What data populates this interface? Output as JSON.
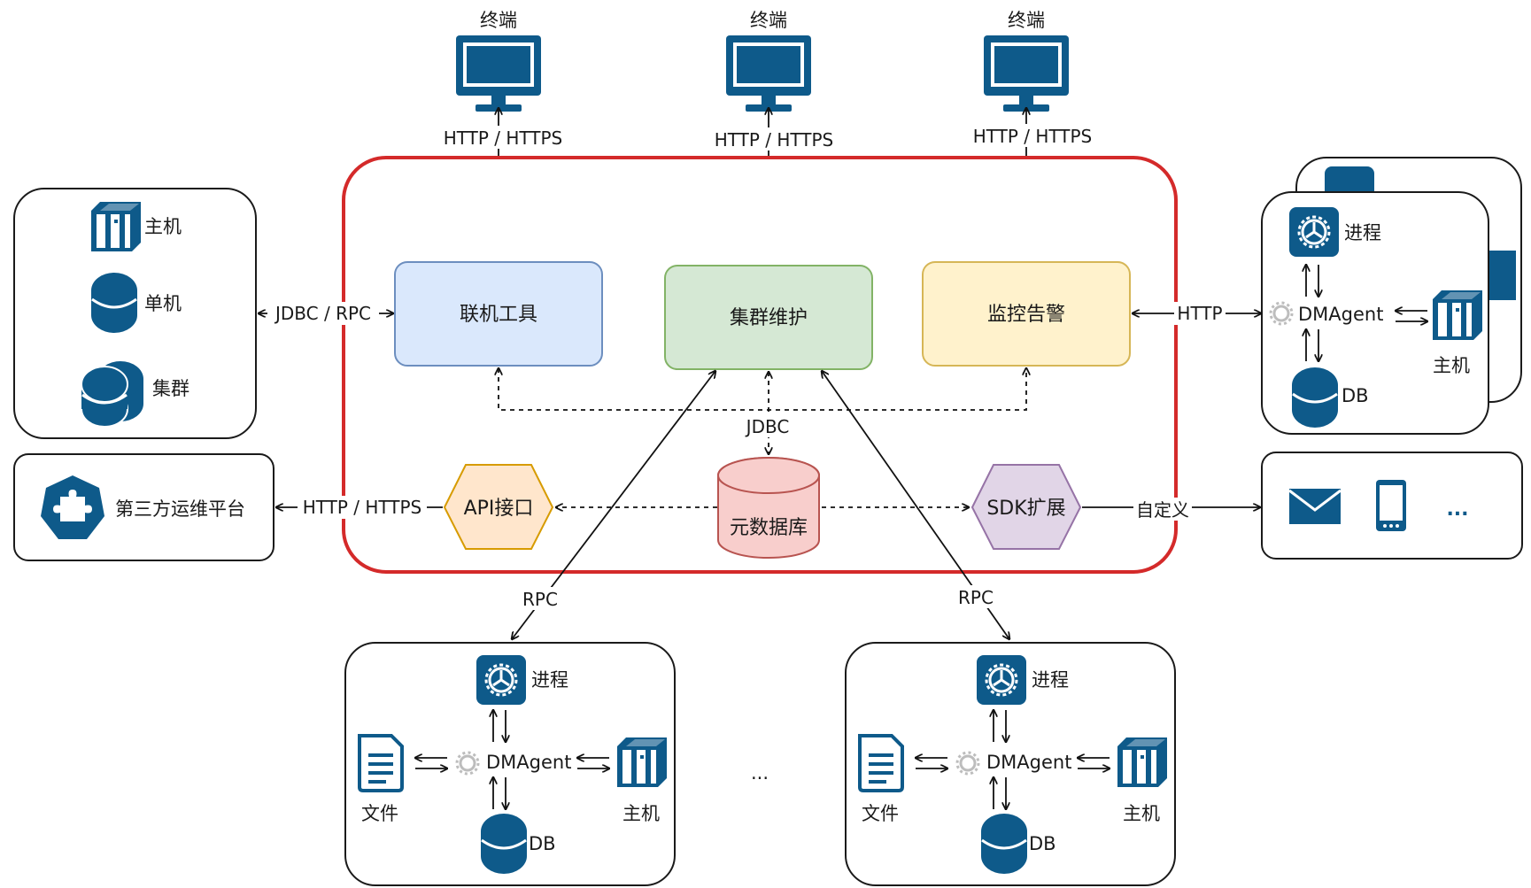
{
  "colors": {
    "icon_blue": "#0e5a8a",
    "core_border": "#d42a2a",
    "box_blue_fill": "#dae8fc",
    "box_blue_stroke": "#6c8ebf",
    "box_green_fill": "#d5e8d4",
    "box_green_stroke": "#82b366",
    "box_yellow_fill": "#fff2cc",
    "box_yellow_stroke": "#d6b656",
    "api_fill": "#ffe6cc",
    "api_stroke": "#d79b00",
    "sdk_fill": "#e1d5e7",
    "sdk_stroke": "#9673a6",
    "db_fill": "#f8cecc",
    "db_stroke": "#b85450"
  },
  "terminals": [
    {
      "label": "终端",
      "protocol": "HTTP / HTTPS"
    },
    {
      "label": "终端",
      "protocol": "HTTP / HTTPS"
    },
    {
      "label": "终端",
      "protocol": "HTTP / HTTPS"
    }
  ],
  "core": {
    "offline_tool": "联机工具",
    "cluster_maint": "集群维护",
    "monitor_alert": "监控告警",
    "api": "API接口",
    "metadb": "元数据库",
    "sdk": "SDK扩展",
    "jdbc": "JDBC"
  },
  "left_panel": {
    "items": [
      {
        "label": "主机",
        "icon": "server-icon"
      },
      {
        "label": "单机",
        "icon": "database-icon"
      },
      {
        "label": "集群",
        "icon": "database-cluster-icon"
      }
    ],
    "link": "JDBC / RPC"
  },
  "third_party": {
    "label": "第三方运维平台",
    "icon": "puzzle-icon",
    "link": "HTTP / HTTPS"
  },
  "right_agent": {
    "process": "进程",
    "agent": "DMAgent",
    "host": "主机",
    "db": "DB",
    "link": "HTTP"
  },
  "notify": {
    "link": "自定义",
    "more": "..."
  },
  "bottom_agents": [
    {
      "rpc": "RPC",
      "process": "进程",
      "agent": "DMAgent",
      "file": "文件",
      "host": "主机",
      "db": "DB"
    },
    {
      "rpc": "RPC",
      "process": "进程",
      "agent": "DMAgent",
      "file": "文件",
      "host": "主机",
      "db": "DB"
    }
  ],
  "between_dots": "..."
}
